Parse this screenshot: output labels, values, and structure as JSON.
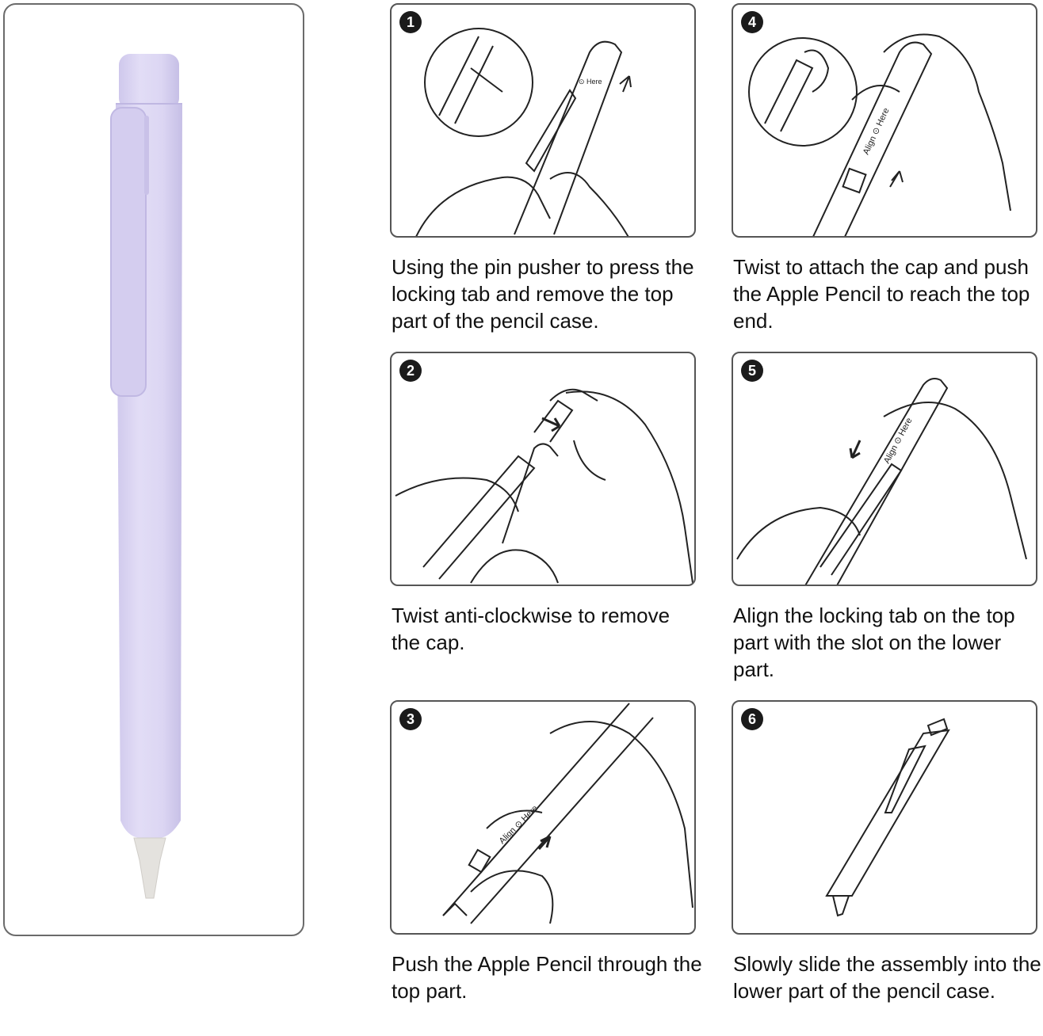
{
  "product": {
    "colors": {
      "body": "#ddd7f2",
      "body_shade": "#c9c1e8",
      "tip": "#e6e4e0"
    }
  },
  "steps": [
    {
      "number": "1",
      "caption": "Using the pin pusher to press the locking tab and remove the top part of the pencil case."
    },
    {
      "number": "2",
      "caption": "Twist anti-clockwise to remove the cap."
    },
    {
      "number": "3",
      "caption": "Push the Apple Pencil through the top part."
    },
    {
      "number": "4",
      "caption": "Twist to attach the cap and push the Apple Pencil to reach the top end."
    },
    {
      "number": "5",
      "caption": "Align the locking tab on the top part with the slot on the lower part."
    },
    {
      "number": "6",
      "caption": "Slowly slide the assembly into the lower part of the pencil case."
    }
  ]
}
